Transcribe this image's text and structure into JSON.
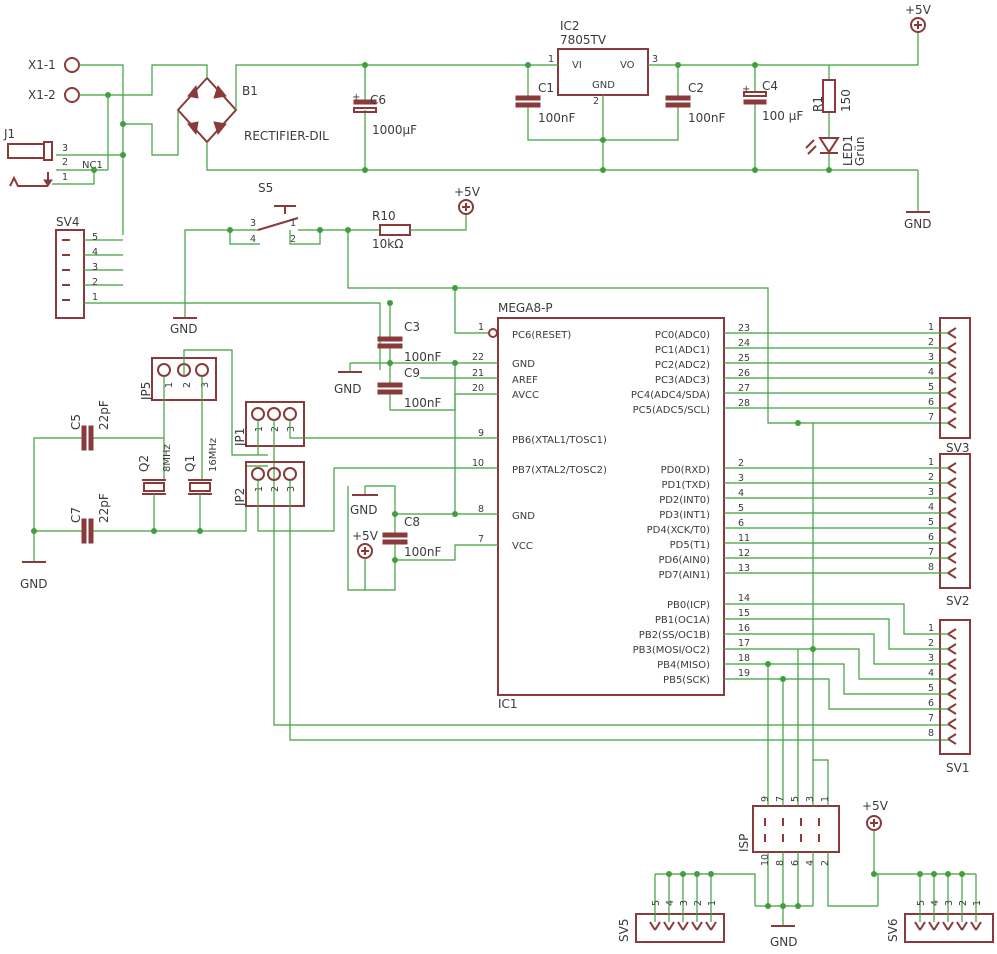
{
  "parts": {
    "ic1_name": "MEGA8-P",
    "ic1_ref": "IC1",
    "ic2_ref": "IC2",
    "ic2_value": "7805TV",
    "ic2_pins": {
      "vi": "VI",
      "vo": "VO",
      "gnd": "GND",
      "n1": "1",
      "n2": "2",
      "n3": "3"
    },
    "b1_ref": "B1",
    "b1_value": "RECTIFIER-DIL",
    "x1_1": "X1-1",
    "x1_2": "X1-2",
    "j1_ref": "J1",
    "j1_pins": [
      "3",
      "2",
      "1"
    ],
    "j1_nc": "NC1",
    "c1_ref": "C1",
    "c1_val": "100nF",
    "c2_ref": "C2",
    "c2_val": "100nF",
    "c3_ref": "C3",
    "c3_val": "100nF",
    "c4_ref": "C4",
    "c4_val": "100 µF",
    "c5_ref": "C5",
    "c5_val": "22pF",
    "c6_ref": "C6",
    "c6_val": "1000µF",
    "c7_ref": "C7",
    "c7_val": "22pF",
    "c8_ref": "C8",
    "c8_val": "100nF",
    "c9_ref": "C9",
    "c9_val": "100nF",
    "r1_ref": "R1",
    "r1_val": "150",
    "r10_ref": "R10",
    "r10_val": "10kΩ",
    "led1_ref": "LED1",
    "led1_val": "Grün",
    "s5_ref": "S5",
    "s5_pins": [
      "3",
      "1",
      "4",
      "2"
    ],
    "q1_ref": "Q1",
    "q1_val": "16MHz",
    "q2_ref": "Q2",
    "q2_val": "8MHz",
    "jp1_ref": "JP1",
    "jp2_ref": "JP2",
    "jp5_ref": "JP5",
    "jp_pins": [
      "1",
      "2",
      "3"
    ],
    "sv1_ref": "SV1",
    "sv2_ref": "SV2",
    "sv3_ref": "SV3",
    "sv4_ref": "SV4",
    "sv5_ref": "SV5",
    "sv6_ref": "SV6",
    "isp_ref": "ISP",
    "isp_top_pins": [
      "9",
      "7",
      "5",
      "3",
      "1"
    ],
    "isp_bottom_pins": [
      "10",
      "8",
      "6",
      "4",
      "2"
    ],
    "supply_labels": {
      "vcc": "+5V",
      "gnd": "GND"
    }
  },
  "ic1_left_pins": [
    {
      "num": "1",
      "name": "PC6(RESET)"
    },
    {
      "num": "22",
      "name": "GND"
    },
    {
      "num": "21",
      "name": "AREF"
    },
    {
      "num": "20",
      "name": "AVCC"
    },
    {
      "num": "9",
      "name": "PB6(XTAL1/TOSC1)"
    },
    {
      "num": "10",
      "name": "PB7(XTAL2/TOSC2)"
    },
    {
      "num": "8",
      "name": "GND"
    },
    {
      "num": "7",
      "name": "VCC"
    }
  ],
  "ic1_right_pins": [
    {
      "num": "23",
      "name": "PC0(ADC0)"
    },
    {
      "num": "24",
      "name": "PC1(ADC1)"
    },
    {
      "num": "25",
      "name": "PC2(ADC2)"
    },
    {
      "num": "26",
      "name": "PC3(ADC3)"
    },
    {
      "num": "27",
      "name": "PC4(ADC4/SDA)"
    },
    {
      "num": "28",
      "name": "PC5(ADC5/SCL)"
    },
    {
      "num": "2",
      "name": "PD0(RXD)"
    },
    {
      "num": "3",
      "name": "PD1(TXD)"
    },
    {
      "num": "4",
      "name": "PD2(INT0)"
    },
    {
      "num": "5",
      "name": "PD3(INT1)"
    },
    {
      "num": "6",
      "name": "PD4(XCK/T0)"
    },
    {
      "num": "11",
      "name": "PD5(T1)"
    },
    {
      "num": "12",
      "name": "PD6(AIN0)"
    },
    {
      "num": "13",
      "name": "PD7(AIN1)"
    },
    {
      "num": "14",
      "name": "PB0(ICP)"
    },
    {
      "num": "15",
      "name": "PB1(OC1A)"
    },
    {
      "num": "16",
      "name": "PB2(SS/OC1B)"
    },
    {
      "num": "17",
      "name": "PB3(MOSI/OC2)"
    },
    {
      "num": "18",
      "name": "PB4(MISO)"
    },
    {
      "num": "19",
      "name": "PB5(SCK)"
    }
  ],
  "headers": {
    "sv3_pins": [
      "1",
      "2",
      "3",
      "4",
      "5",
      "6",
      "7"
    ],
    "sv2_pins": [
      "1",
      "2",
      "3",
      "4",
      "5",
      "6",
      "7",
      "8"
    ],
    "sv1_pins": [
      "1",
      "2",
      "3",
      "4",
      "5",
      "6",
      "7",
      "8"
    ],
    "sv4_pins": [
      "5",
      "4",
      "3",
      "2",
      "1"
    ],
    "sv5_pins": [
      "5",
      "4",
      "3",
      "2",
      "1"
    ],
    "sv6_pins": [
      "5",
      "4",
      "3",
      "2",
      "1"
    ]
  },
  "colors": {
    "wire": "#3fa03f",
    "component": "#8a3a3a",
    "text": "#3b3b3b",
    "background": "#ffffff"
  }
}
